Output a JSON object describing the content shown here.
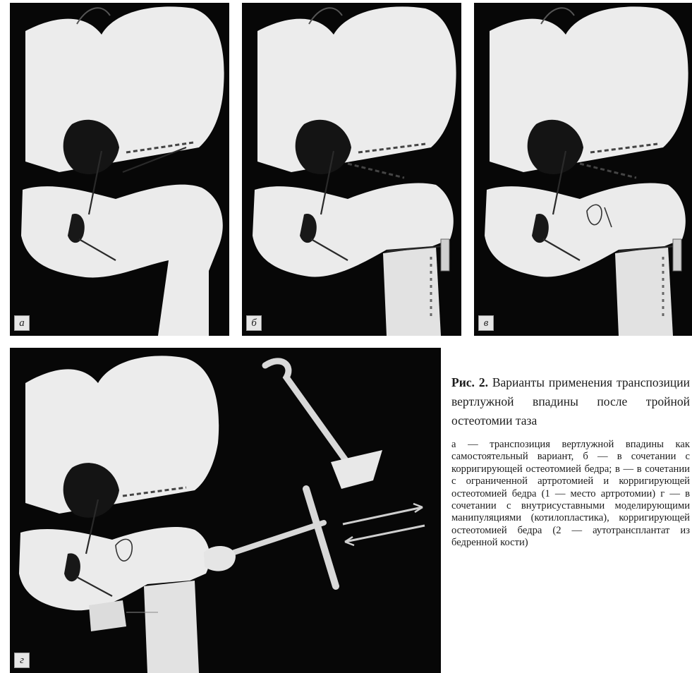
{
  "figure": {
    "panels": [
      {
        "id": "a",
        "label": "а"
      },
      {
        "id": "b",
        "label": "б"
      },
      {
        "id": "v",
        "label": "в"
      },
      {
        "id": "g",
        "label": "г"
      }
    ],
    "caption": {
      "number": "Рис. 2.",
      "title": "Варианты применения транспозиции вертлужной впадины после тройной остеотомии таза",
      "text": "а — транспозиция вертлужной впадины как самостоятельный вариант, б — в сочетании с корригирующей остеотомией бедра; в — в сочетании с ограниченной артротомией и корригирующей остеотомией бедра (1 — место артротомии) г — в сочетании с внутрисуставными моделирующими манипуляциями (котилопластика), корригирующей остеотомией бедра (2 — аутотрансплантат из бедренной кости)"
    }
  }
}
